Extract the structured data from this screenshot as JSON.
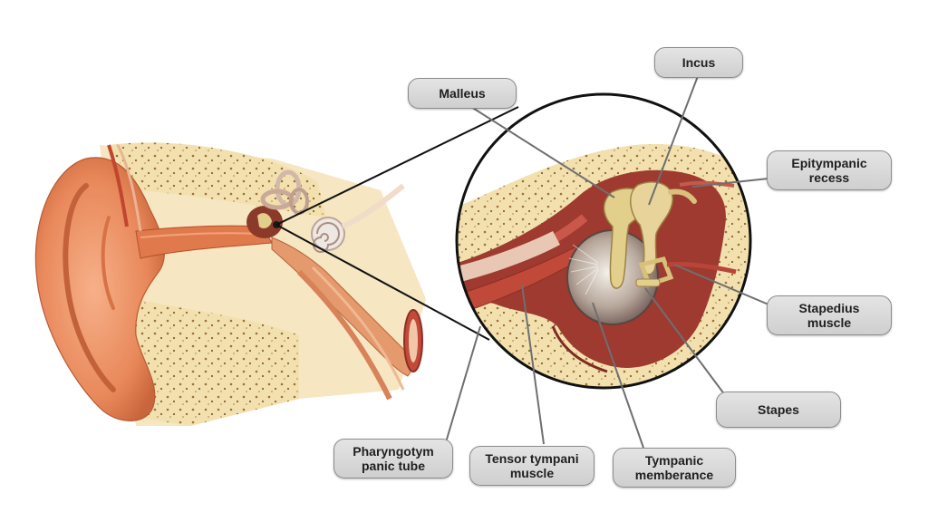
{
  "labels": {
    "malleus": "Malleus",
    "incus": "Incus",
    "epitympanic_recess": "Epitympanic\nrecess",
    "stapedius_muscle": "Stapedius\nmuscle",
    "stapes": "Stapes",
    "tympanic_membrane": "Tympanic\nmemberance",
    "tensor_tympani": "Tensor tympani\nmuscle",
    "pharyngotympanic_tube": "Pharyngotym\npanic tube"
  },
  "colors": {
    "skin": "#e8885a",
    "bone": "#f3e3b0",
    "canal_red": "#a8322c",
    "ossicle": "#e3cf8c",
    "label_fill": "#d9d9d9",
    "leader_line": "#6f6f6f"
  }
}
